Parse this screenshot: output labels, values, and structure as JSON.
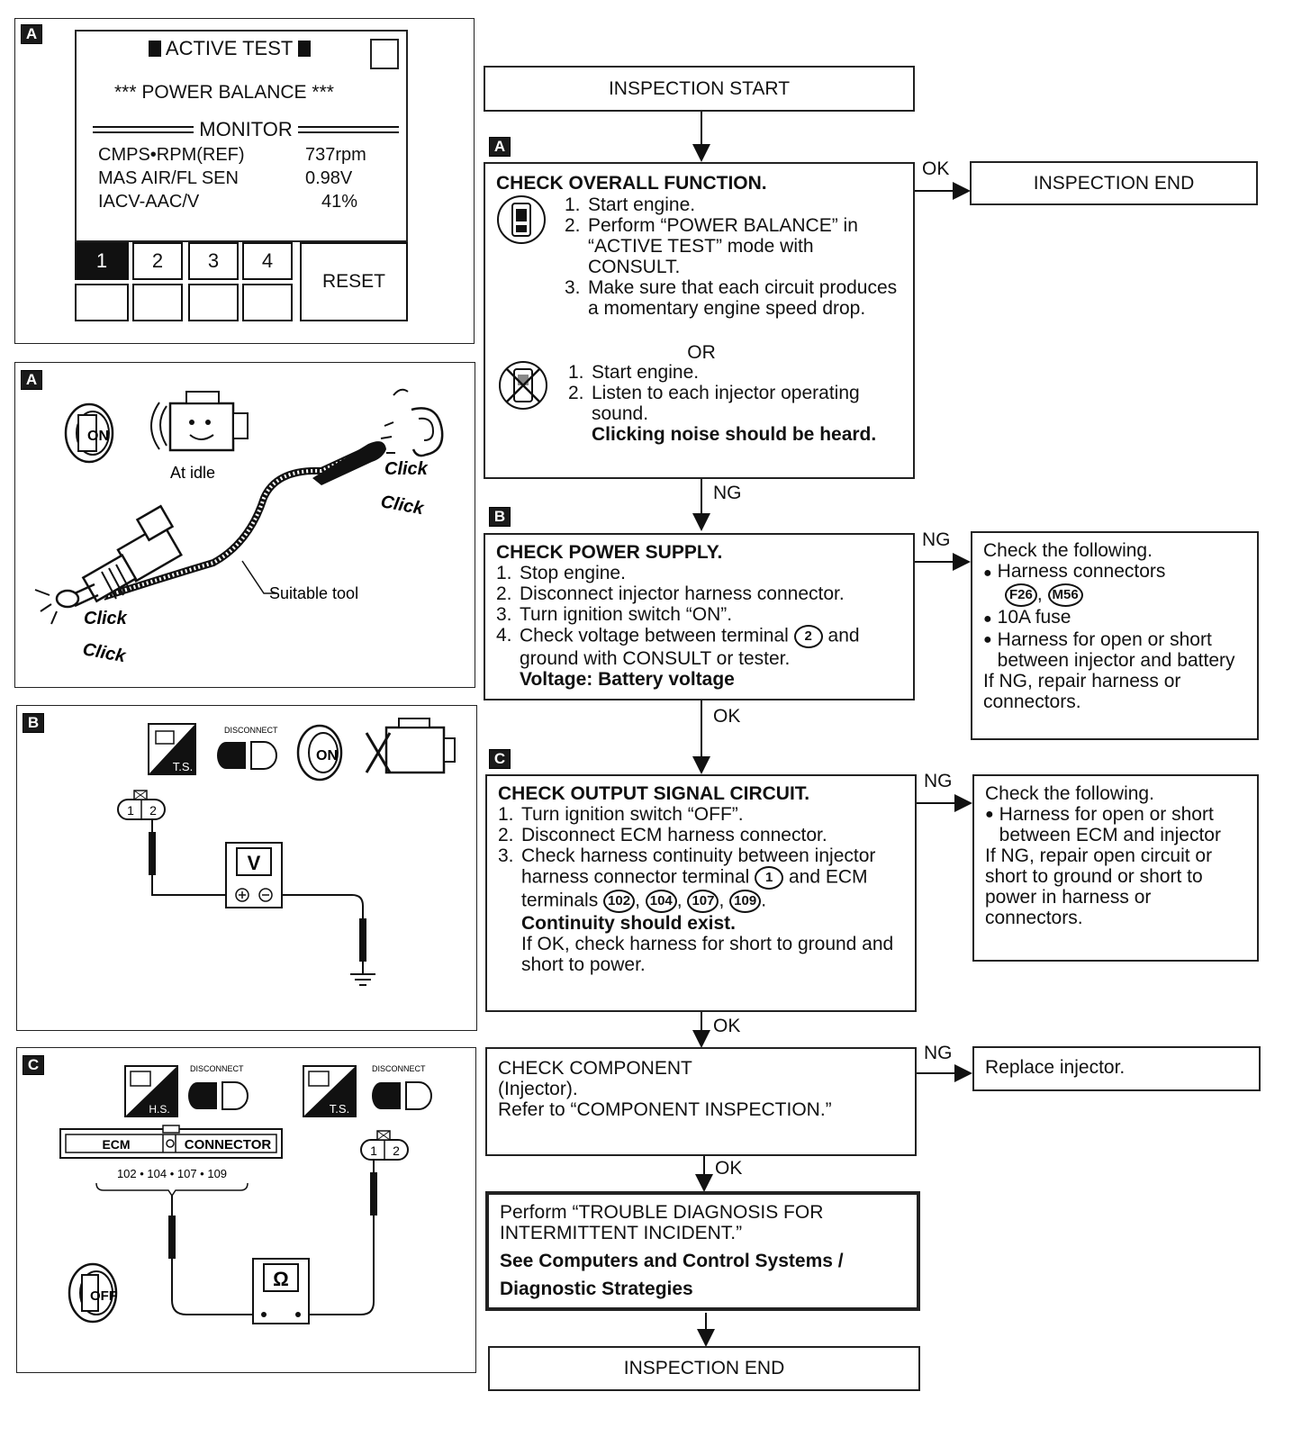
{
  "panels": {
    "a_top": {
      "tag": "A",
      "title": "ACTIVE TEST",
      "subtitle": "*** POWER BALANCE ***",
      "monitor_label": "MONITOR",
      "rows": [
        {
          "name": "CMPS•RPM(REF)",
          "value": "737rpm"
        },
        {
          "name": "MAS AIR/FL SEN",
          "value": "0.98V"
        },
        {
          "name": "IACV-AAC/V",
          "value": "41%"
        }
      ],
      "buttons": [
        "1",
        "2",
        "3",
        "4"
      ],
      "reset_label": "RESET"
    },
    "a_mid": {
      "tag": "A",
      "at_idle": "At idle",
      "click1": "Click",
      "click2": "Click",
      "click3": "Click",
      "click4": "Click",
      "suitable_tool": "Suitable tool",
      "key_on": "ON"
    },
    "b": {
      "tag": "B",
      "ts": "T.S.",
      "disconnect": "DISCONNECT",
      "key_on": "ON",
      "pin1": "1",
      "pin2": "2",
      "meter": "V"
    },
    "c": {
      "tag": "C",
      "hs": "H.S.",
      "ts": "T.S.",
      "disconnect1": "DISCONNECT",
      "disconnect2": "DISCONNECT",
      "ecm": "ECM",
      "connector": "CONNECTOR",
      "terminals": "102 • 104 • 107 • 109",
      "pin1": "1",
      "pin2": "2",
      "meter": "Ω",
      "key_off": "OFF"
    }
  },
  "flow": {
    "start": "INSPECTION START",
    "end_top": "INSPECTION END",
    "end_bottom": "INSPECTION END",
    "tag_a": "A",
    "tag_b": "B",
    "tag_c": "C",
    "ok": "OK",
    "ng": "NG",
    "or": "OR",
    "step_a": {
      "title": "CHECK OVERALL FUNCTION.",
      "items": [
        "Start engine.",
        "Perform “POWER BALANCE” in “ACTIVE TEST” mode with CONSULT.",
        "Make sure that each circuit produces a momentary engine speed drop."
      ],
      "alt_items": [
        "Start engine.",
        "Listen to each injector operating sound."
      ],
      "alt_bold": "Clicking noise should be heard."
    },
    "step_b": {
      "title": "CHECK POWER SUPPLY.",
      "items": [
        "Stop engine.",
        "Disconnect injector harness connector.",
        "Turn ignition switch “ON”."
      ],
      "item4_a": "Check voltage between terminal",
      "item4_term": "2",
      "item4_b": "and ground with CONSULT or tester.",
      "spec": "Voltage: Battery voltage"
    },
    "ng_b": {
      "head": "Check the following.",
      "b1": "Harness connectors",
      "conn1": "F26",
      "conn2": "M56",
      "b2": "10A fuse",
      "b3": "Harness for open or short between injector and battery",
      "tail": "If NG, repair harness or connectors."
    },
    "step_c": {
      "title": "CHECK OUTPUT SIGNAL CIRCUIT.",
      "items": [
        "Turn ignition switch “OFF”.",
        "Disconnect ECM harness connector."
      ],
      "item3_a": "Check harness continuity between injector harness connector terminal",
      "item3_term": "1",
      "item3_b": "and ECM terminals",
      "terms": [
        "102",
        "104",
        "107",
        "109"
      ],
      "spec": "Continuity should exist.",
      "tail": "If OK, check harness for short to ground and short to power."
    },
    "ng_c": {
      "head": "Check the following.",
      "b1": "Harness for open or short between ECM and injector",
      "tail": "If NG, repair open circuit or short to ground or short to power in harness or connectors."
    },
    "step_d": {
      "line1": "CHECK COMPONENT",
      "line2": "(Injector).",
      "line3": "Refer to “COMPONENT INSPECTION.”"
    },
    "ng_d": "Replace injector.",
    "step_e": {
      "line1": "Perform “TROUBLE DIAGNOSIS FOR INTERMITTENT INCIDENT.”",
      "bold1": "See Computers and Control Systems /",
      "bold2": "Diagnostic Strategies"
    }
  }
}
